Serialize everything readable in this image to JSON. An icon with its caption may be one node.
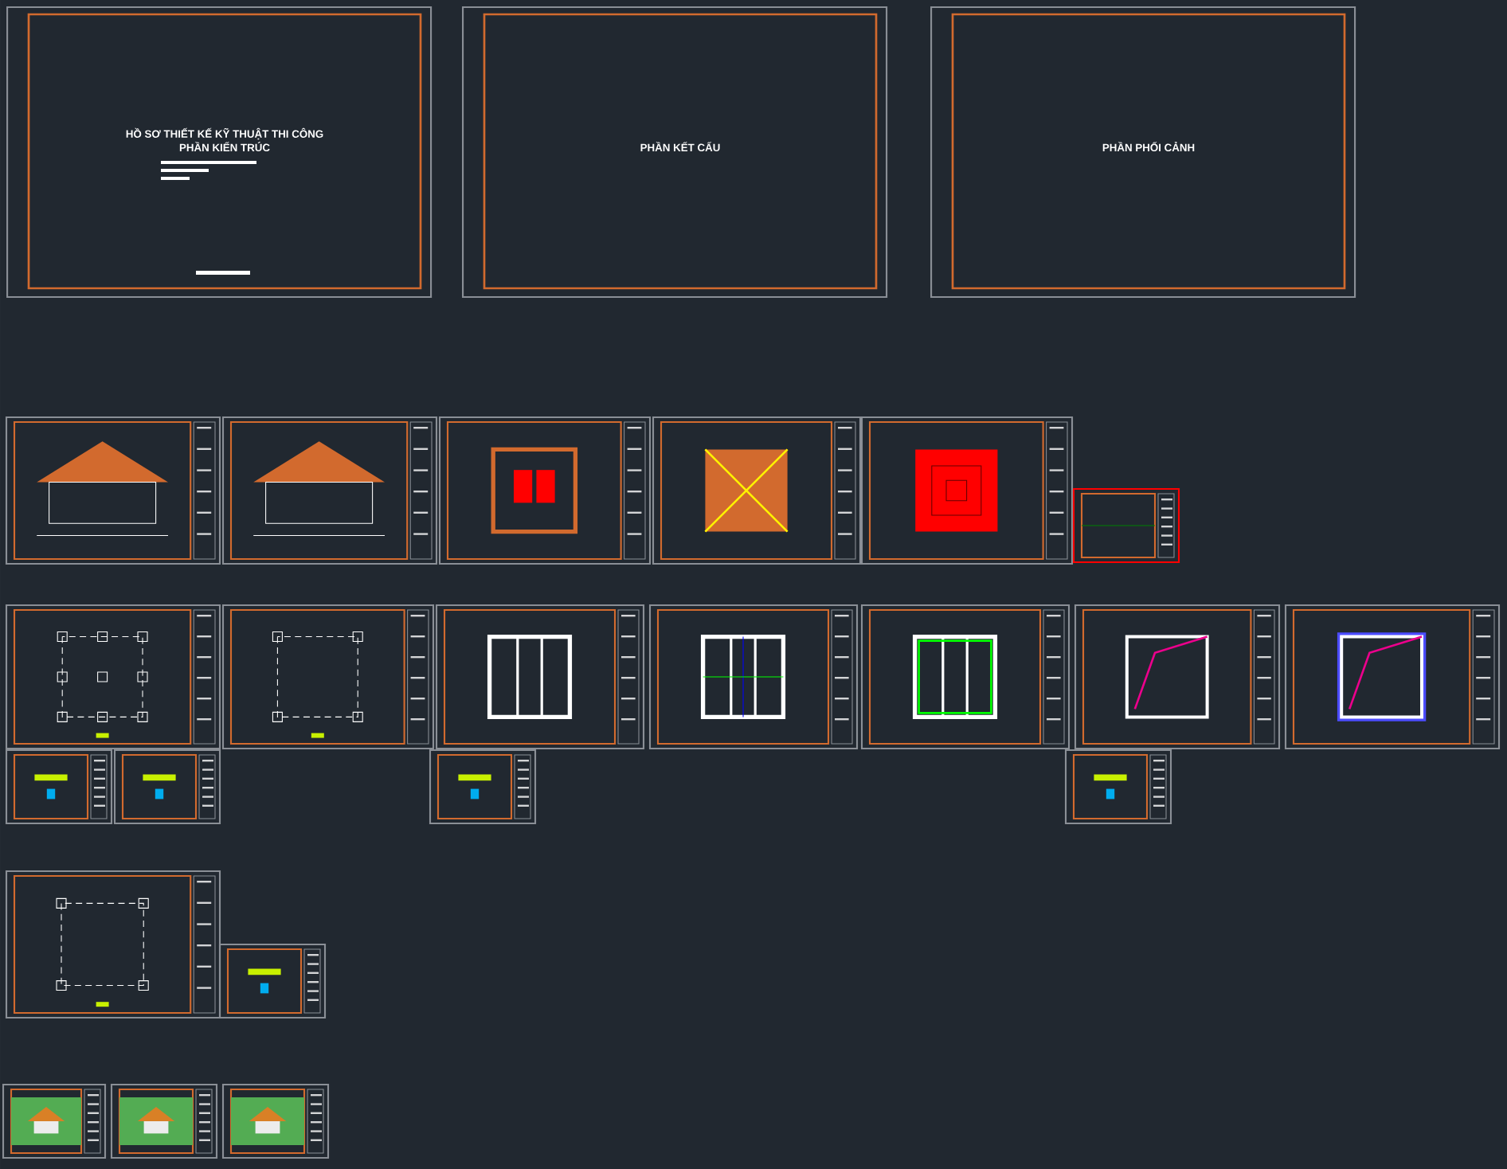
{
  "diagram": {
    "nodes": [
      {
        "text": [
          "HỒ SƠ THIẾT KẾ KỸ THUẬT THI CÔNG",
          "PHẦN KIẾN TRÚC"
        ]
      },
      {
        "text": [
          "PHẦN KẾT CẤU"
        ]
      },
      {
        "text": [
          "PHẦN PHỐI CẢNH"
        ]
      }
    ]
  }
}
